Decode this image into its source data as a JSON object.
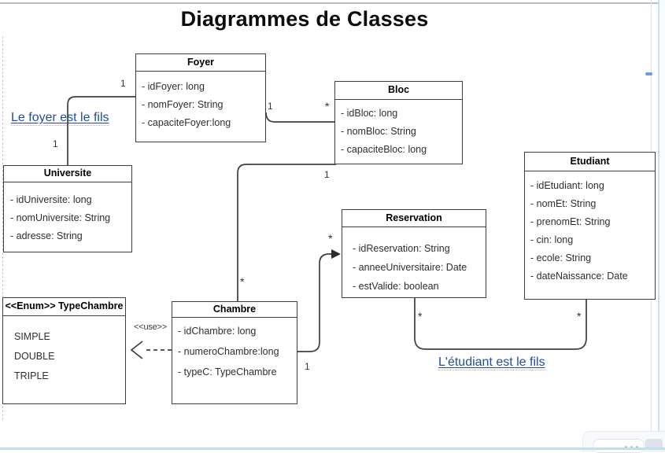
{
  "page": {
    "title": "Diagrammes de Classes"
  },
  "colors": {
    "link": "#1f4c9c",
    "box_border": "#3e3e3e",
    "scroll_thumb": "#6f9fd8"
  },
  "classes": [
    {
      "name": "Foyer",
      "attributes": [
        "- idFoyer: long",
        "- nomFoyer: String",
        "- capaciteFoyer:long"
      ]
    },
    {
      "name": "Bloc",
      "attributes": [
        "- idBloc: long",
        "- nomBloc: String",
        "- capaciteBloc: long"
      ]
    },
    {
      "name": "Universite",
      "attributes": [
        "- idUniversite: long",
        "- nomUniversite: String",
        "- adresse: String"
      ]
    },
    {
      "name": "Etudiant",
      "attributes": [
        "- idEtudiant: long",
        "- nomEt: String",
        "- prenomEt: String",
        "- cin: long",
        "- ecole: String",
        "- dateNaissance: Date"
      ]
    },
    {
      "name": "Reservation",
      "attributes": [
        "- idReservation: String",
        "- anneeUniversitaire: Date",
        "- estValide: boolean"
      ]
    },
    {
      "name": "Chambre",
      "attributes": [
        "- idChambre: long",
        "- numeroChambre:long",
        "- typeC: TypeChambre"
      ]
    },
    {
      "name": "<<Enum>> TypeChambre",
      "attributes": [
        "SIMPLE",
        "DOUBLE",
        "TRIPLE"
      ]
    }
  ],
  "relations": {
    "universite_foyer": {
      "foyer_end": "1",
      "universite_end": "1"
    },
    "foyer_bloc": {
      "foyer_end": "1",
      "bloc_end": "*"
    },
    "bloc_chambre": {
      "bloc_end": "1",
      "chambre_end": "*"
    },
    "chambre_reservation": {
      "chambre_end": "1",
      "reservation_end": "*"
    },
    "reservation_etudiant": {
      "reservation_end": "*",
      "etudiant_end": "*"
    },
    "chambre_typechambre": {
      "stereotype": "<<use>>"
    }
  },
  "annotations": {
    "foyer_note": "Le foyer est le fils",
    "etudiant_note": "L'étudiant est le fils"
  }
}
